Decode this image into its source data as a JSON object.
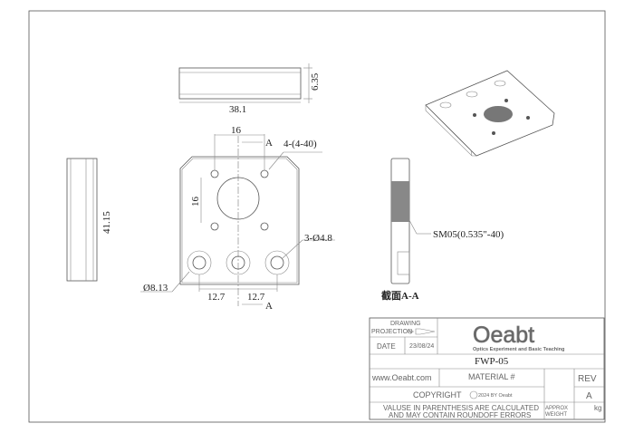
{
  "dimensions": {
    "width": "38.1",
    "thickness": "6.35",
    "height": "41.15",
    "hole_spacing_h": "16",
    "hole_spacing_v": "16",
    "tapped_holes": "4-(4-40)",
    "through_holes": "3-Ø4.8",
    "counterbore": "Ø8.13",
    "spacing_left": "12.7",
    "spacing_right": "12.7",
    "section_mark_top": "A",
    "section_mark_bottom": "A",
    "thread": "SM05(0.535\"-40)",
    "section_label": "截面A-A"
  },
  "title_block": {
    "drawing": "DRAWING",
    "projection": "PROJECTION",
    "date_label": "DATE",
    "date": "23/08/24",
    "logo": "Oeabt",
    "logo_sub": "Optics Experiment and Basic Teaching",
    "part_number": "FWP-05",
    "website": "www.Oeabt.com",
    "material": "MATERIAL #",
    "rev_label": "REV",
    "rev": "A",
    "copyright": "COPYRIGHT",
    "copyright_year": "2024 BY Oeabt",
    "note_line1": "VALUSE IN PARENTHESIS ARE CALCULATED",
    "note_line2": "AND MAY CONTAIN ROUNDOFF ERRORS",
    "approx": "APPROX",
    "weight": "WEIGHT",
    "unit": "kg"
  }
}
